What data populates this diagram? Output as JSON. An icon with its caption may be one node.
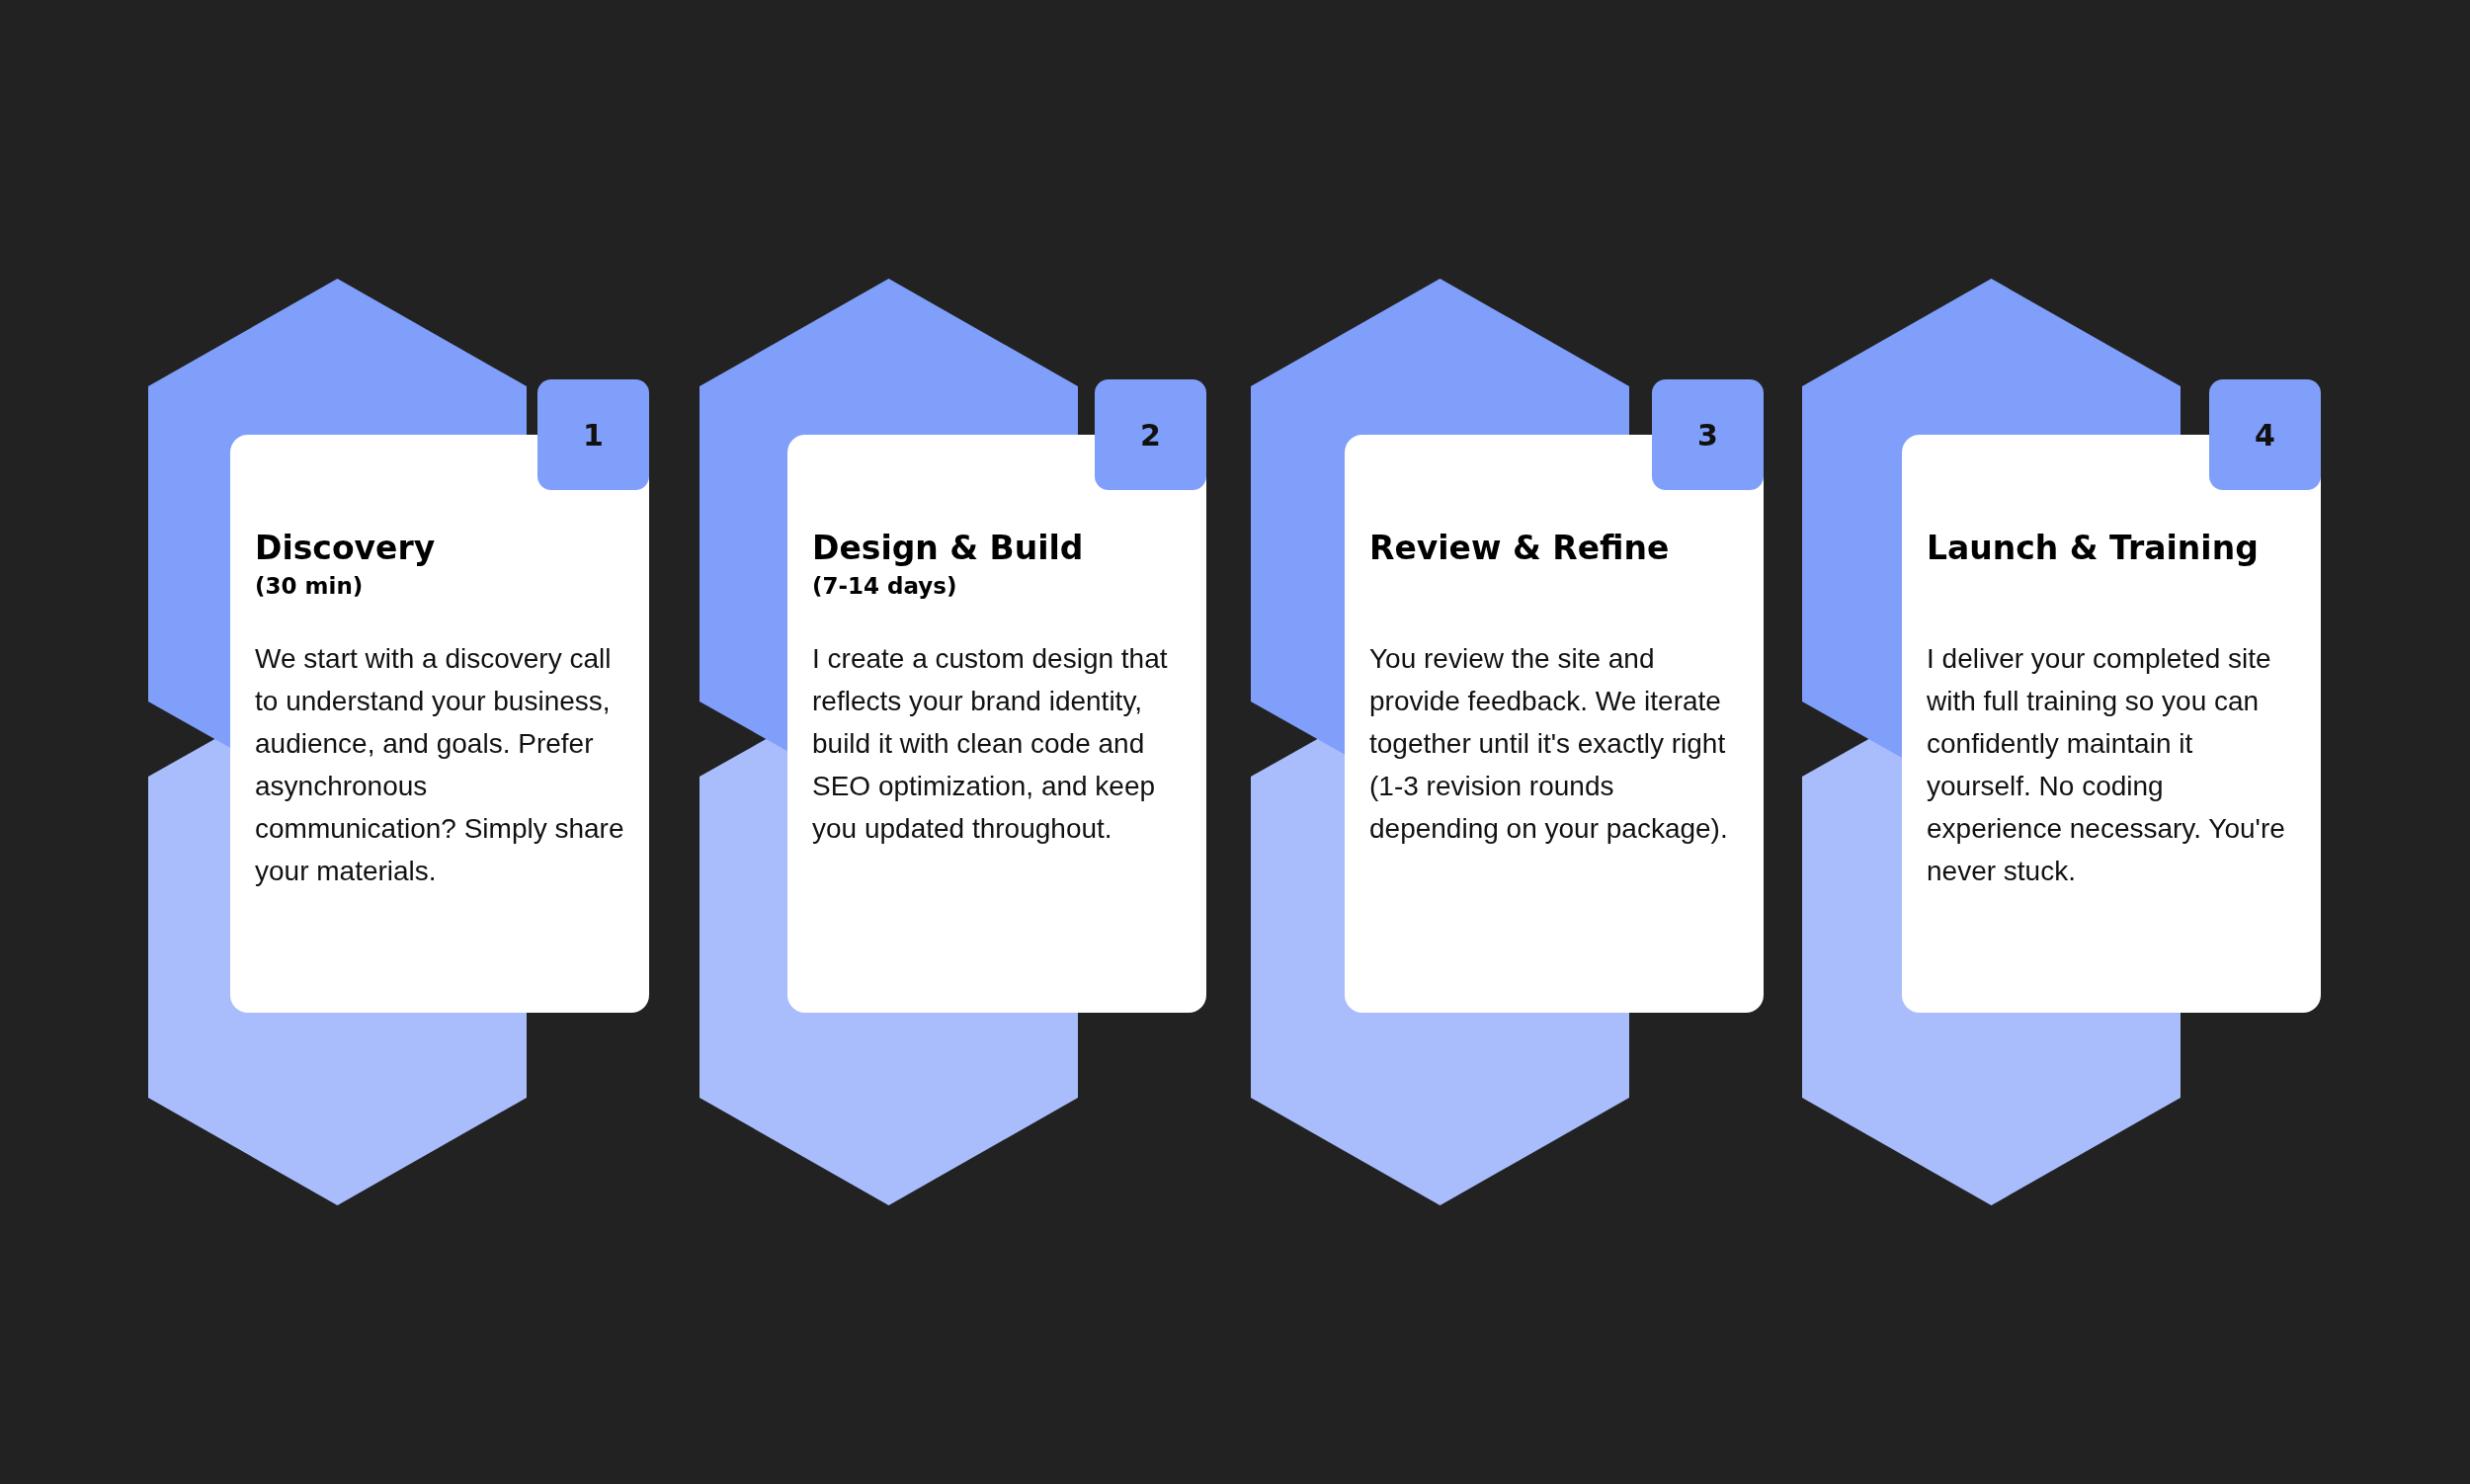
{
  "diagram": {
    "nodes": [
      {
        "text": [
          "Discovery",
          "(30 min)",
          "We start with a discovery call to understand your business, audience, and goals. Prefer asynchronous communication? Simply share your materials."
        ]
      },
      {
        "text": [
          "1"
        ]
      },
      {
        "text": [
          "Design & Build",
          "(7-14 days)",
          "I create a custom design that reflects your brand identity, build it with clean code and SEO optimization, and keep you updated throughout."
        ]
      },
      {
        "text": [
          "2"
        ]
      },
      {
        "text": [
          "Review & Refine",
          "You review the site and provide feedback. We iterate together until it's exactly right (1-3 revision rounds depending on your package)."
        ]
      },
      {
        "text": [
          "3"
        ]
      },
      {
        "text": [
          "Launch & Training",
          "I deliver your completed site with full training so you can confidently maintain it yourself. No coding experience necessary. You're never stuck."
        ]
      },
      {
        "text": [
          "4"
        ]
      }
    ]
  }
}
